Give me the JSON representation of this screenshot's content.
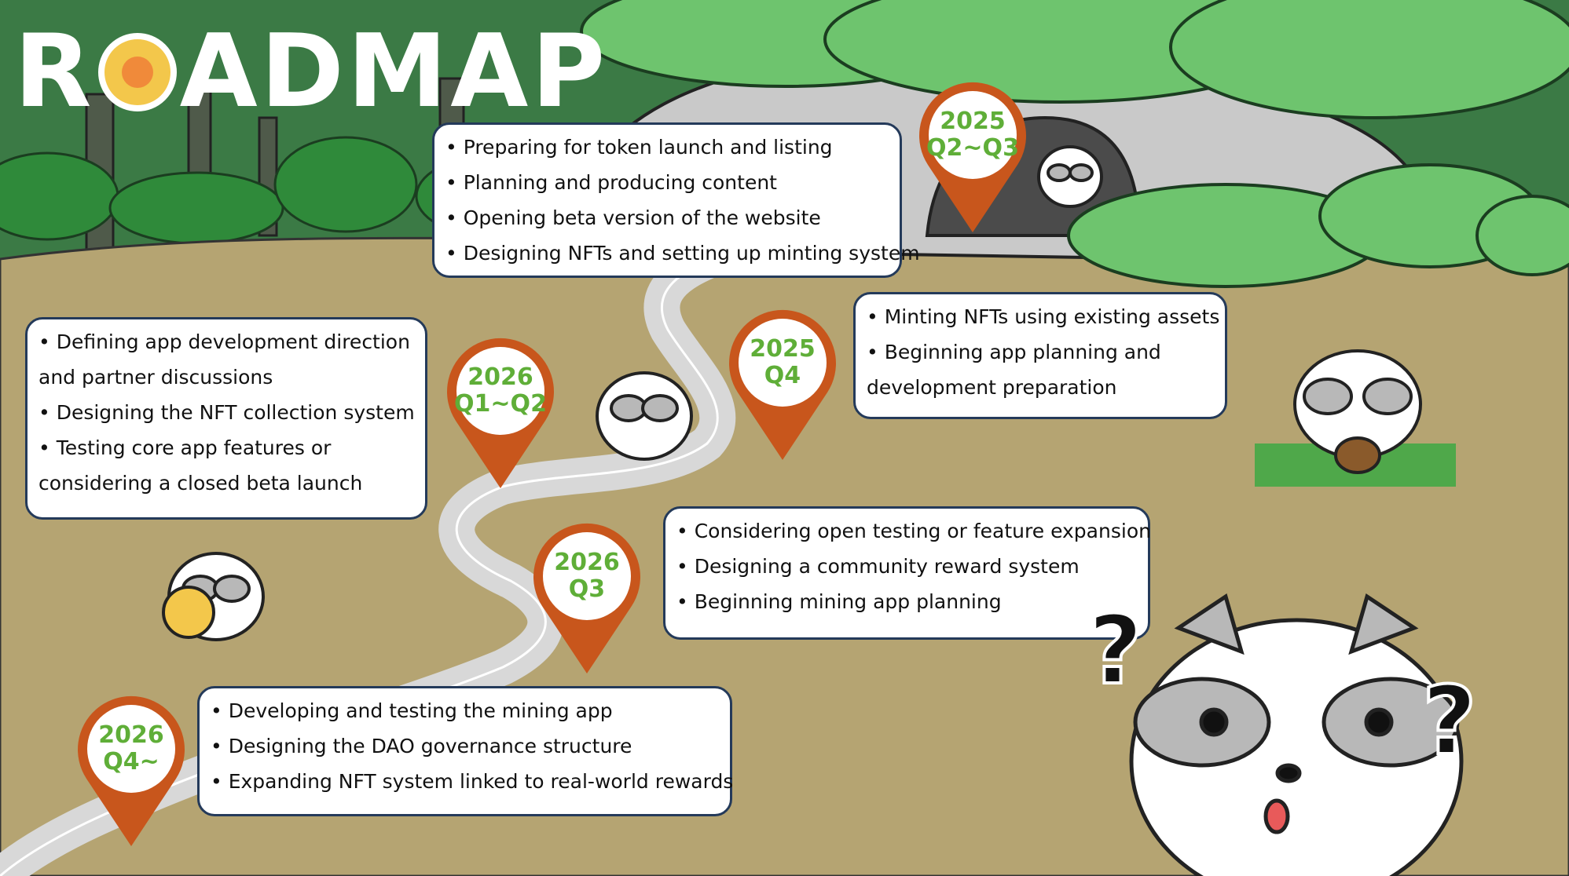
{
  "title": {
    "before": "R",
    "after": "ADMAP"
  },
  "colors": {
    "ground": "#b5a472",
    "forest": "#3b7a45",
    "foliage": "#6ec46e",
    "rock": "#c9c9c9",
    "path": "#d8d8d8",
    "pin": "#c8561c",
    "pin_text": "#5fae38",
    "bubble_border": "#243a5a"
  },
  "milestones": [
    {
      "id": "2025-q2q3",
      "pin": [
        "2025",
        "Q2~Q3"
      ],
      "items": [
        "• Preparing for token launch and listing",
        "• Planning and producing content",
        "• Opening beta version of the website",
        "• Designing NFTs and setting up minting system"
      ]
    },
    {
      "id": "2025-q4",
      "pin": [
        "2025",
        "Q4"
      ],
      "items": [
        " • Minting NFTs using existing assets",
        " • Beginning app planning and",
        "development preparation"
      ]
    },
    {
      "id": "2026-q1q2",
      "pin": [
        "2026",
        "Q1~Q2"
      ],
      "items": [
        " • Defining app development direction",
        "and partner discussions",
        " • Designing the NFT collection system",
        " • Testing core app features or",
        "considering a closed beta launch"
      ]
    },
    {
      "id": "2026-q3",
      "pin": [
        "2026",
        "Q3"
      ],
      "items": [
        "• Considering open testing or feature expansion",
        "• Designing a community reward system",
        "• Beginning mining app planning"
      ]
    },
    {
      "id": "2026-q4",
      "pin": [
        "2026",
        "Q4~"
      ],
      "items": [
        "• Developing and testing the mining app",
        "• Designing the DAO governance structure",
        "• Expanding NFT system linked to real-world rewards"
      ]
    }
  ],
  "question_marks": [
    "?",
    "?"
  ]
}
